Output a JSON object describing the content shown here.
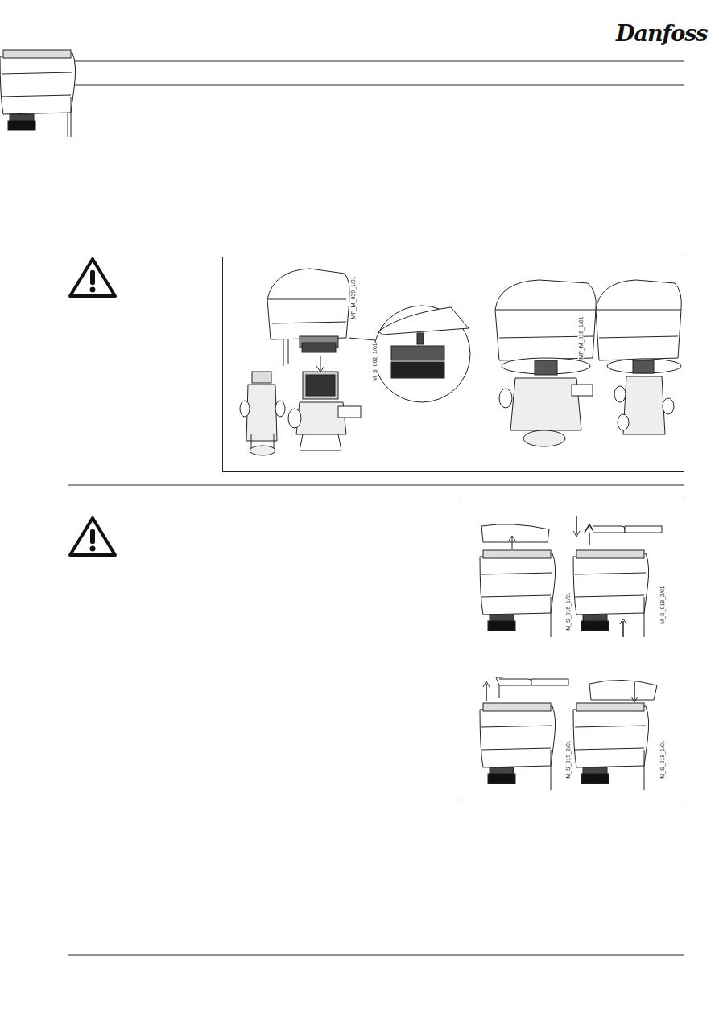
{
  "diagram": {
    "labels": [
      "Danfoss",
      "MP_M_039_1/01",
      "M_S_002_1/01",
      "MP_M_016_1/01",
      "M_S_016_1/01",
      "M_S_018_2/01",
      "M_S_019_2/01",
      "M_S_018_1/01"
    ]
  }
}
